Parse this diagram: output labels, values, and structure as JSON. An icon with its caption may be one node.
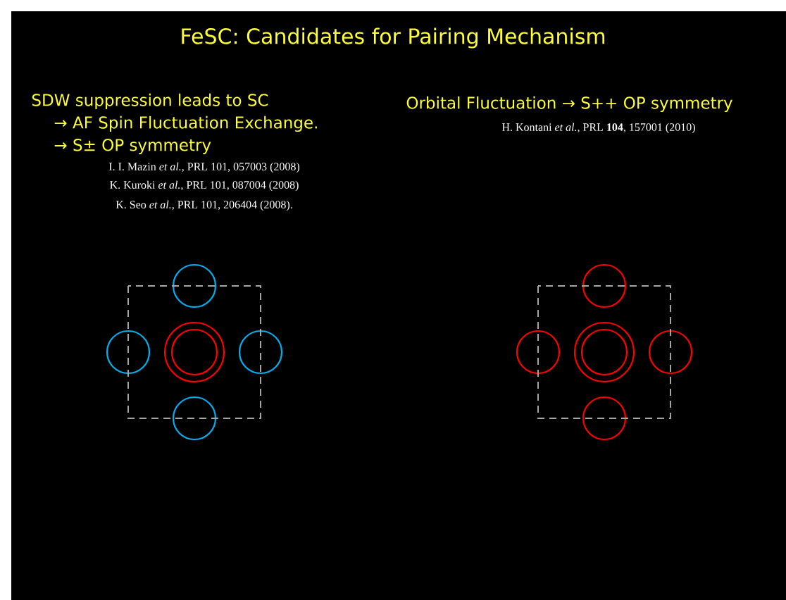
{
  "diagram": {
    "title": "FeSC: Candidates for Pairing Mechanism",
    "labels": [
      "SDW suppression leads to SC",
      "→ AF Spin Fluctuation Exchange.",
      "→ S± OP symmetry",
      "I. I. Mazin *et al.*, PRL 101, 057003 (2008)",
      "K. Kuroki *et al.*, PRL 101, 087004 (2008)",
      "K. Seo *et al.*, PRL 101, 206404 (2008).",
      "Orbital Fluctuation → S++ OP symmetry",
      "H. Kontani *et al.*, PRL **104**, 157001 (2010)"
    ]
  }
}
